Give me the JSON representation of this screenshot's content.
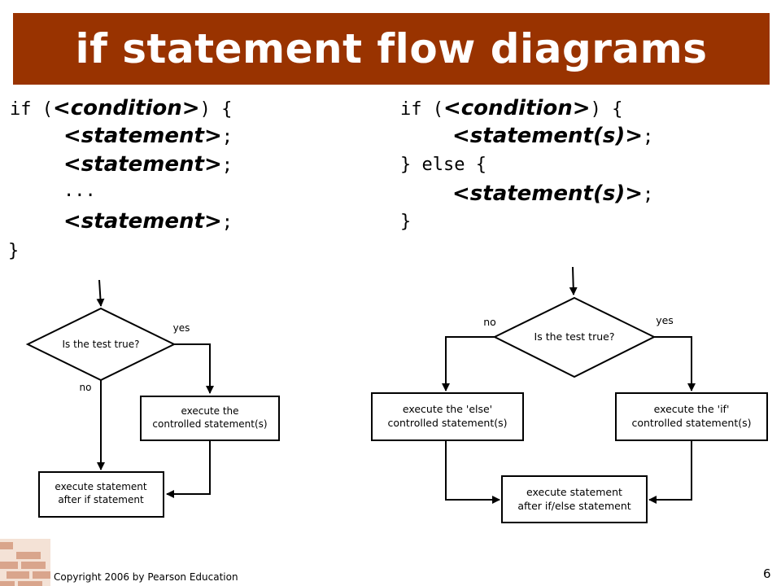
{
  "slide": {
    "title": "if statement flow diagrams",
    "footer": "Copyright 2006 by Pearson Education",
    "page_number": "6",
    "accent_color": "#993300"
  },
  "left_code": {
    "line1_pre": "if (",
    "line1_ph": "<condition>",
    "line1_post": ") {",
    "stmt_ph": "<statement>",
    "semicolon": ";",
    "ellipsis": "...",
    "close": "}"
  },
  "right_code": {
    "line1_pre": "if (",
    "line1_ph": "<condition>",
    "line1_post": ") {",
    "stmt_ph": "<statement(s)>",
    "semicolon": ";",
    "else_line": "} else {",
    "close": "}"
  },
  "left_diagram": {
    "decision": "Is the test true?",
    "yes": "yes",
    "no": "no",
    "box_if_line1": "execute the",
    "box_if_line2": "controlled statement(s)",
    "box_after_line1": "execute statement",
    "box_after_line2": "after if statement"
  },
  "right_diagram": {
    "decision": "Is the test true?",
    "yes": "yes",
    "no": "no",
    "box_else_line1": "execute the 'else'",
    "box_else_line2": "controlled statement(s)",
    "box_if_line1": "execute the 'if'",
    "box_if_line2": "controlled statement(s)",
    "box_after_line1": "execute statement",
    "box_after_line2": "after if/else statement"
  }
}
